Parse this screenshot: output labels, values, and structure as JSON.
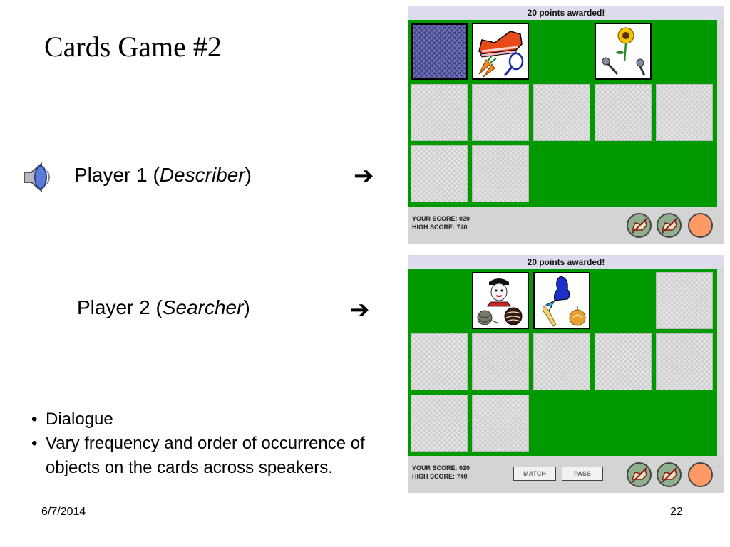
{
  "slide": {
    "title": "Cards Game #2",
    "player1": {
      "prefix": "Player 1 (",
      "role": "Describer",
      "suffix": ")"
    },
    "player2": {
      "prefix": "Player 2 (",
      "role": "Searcher",
      "suffix": ")"
    },
    "arrow_glyph": "➔",
    "bullets": [
      "Dialogue",
      "Vary frequency and order of occurrence of objects on the cards across speakers."
    ],
    "bullet_glyph": "•",
    "date": "6/7/2014",
    "page_number": "22"
  },
  "panel1": {
    "header": "20 points awarded!",
    "your_score_label": "YOUR SCORE:",
    "your_score_value": "020",
    "high_score_label": "HIGH SCORE:",
    "high_score_value": "740",
    "cards": [
      {
        "state": "selected"
      },
      {
        "state": "face",
        "items": [
          "shoe-icon",
          "carrot-icon",
          "racket-icon"
        ]
      },
      {
        "state": "empty"
      },
      {
        "state": "face",
        "items": [
          "sunflower-icon",
          "microphone-icon",
          "microphone-icon"
        ]
      },
      {
        "state": "empty"
      },
      {
        "state": "hidden"
      },
      {
        "state": "hidden"
      },
      {
        "state": "hidden"
      },
      {
        "state": "hidden"
      },
      {
        "state": "hidden"
      },
      {
        "state": "hidden"
      },
      {
        "state": "hidden"
      }
    ]
  },
  "panel2": {
    "header": "20 points awarded!",
    "your_score_label": "YOUR SCORE:",
    "your_score_value": "020",
    "high_score_label": "HIGH SCORE:",
    "high_score_value": "740",
    "match_label": "MATCH",
    "pass_label": "PASS",
    "cards": [
      {
        "state": "empty"
      },
      {
        "state": "face",
        "items": [
          "mime-icon",
          "yarn-ball-icon",
          "cookie-icon"
        ]
      },
      {
        "state": "face",
        "items": [
          "mermaid-icon",
          "arm-icon",
          "onion-icon"
        ]
      },
      {
        "state": "empty"
      },
      {
        "state": "hidden"
      },
      {
        "state": "hidden"
      },
      {
        "state": "hidden"
      },
      {
        "state": "hidden"
      },
      {
        "state": "hidden"
      },
      {
        "state": "hidden"
      },
      {
        "state": "hidden"
      },
      {
        "state": "hidden"
      }
    ]
  },
  "colors": {
    "board_green": "#009a00",
    "header_lavender": "#dcdcec",
    "selected_card": "#6d6db8",
    "pass_round_orange": "#ff9966",
    "skip_button_green": "#8fb08f"
  }
}
